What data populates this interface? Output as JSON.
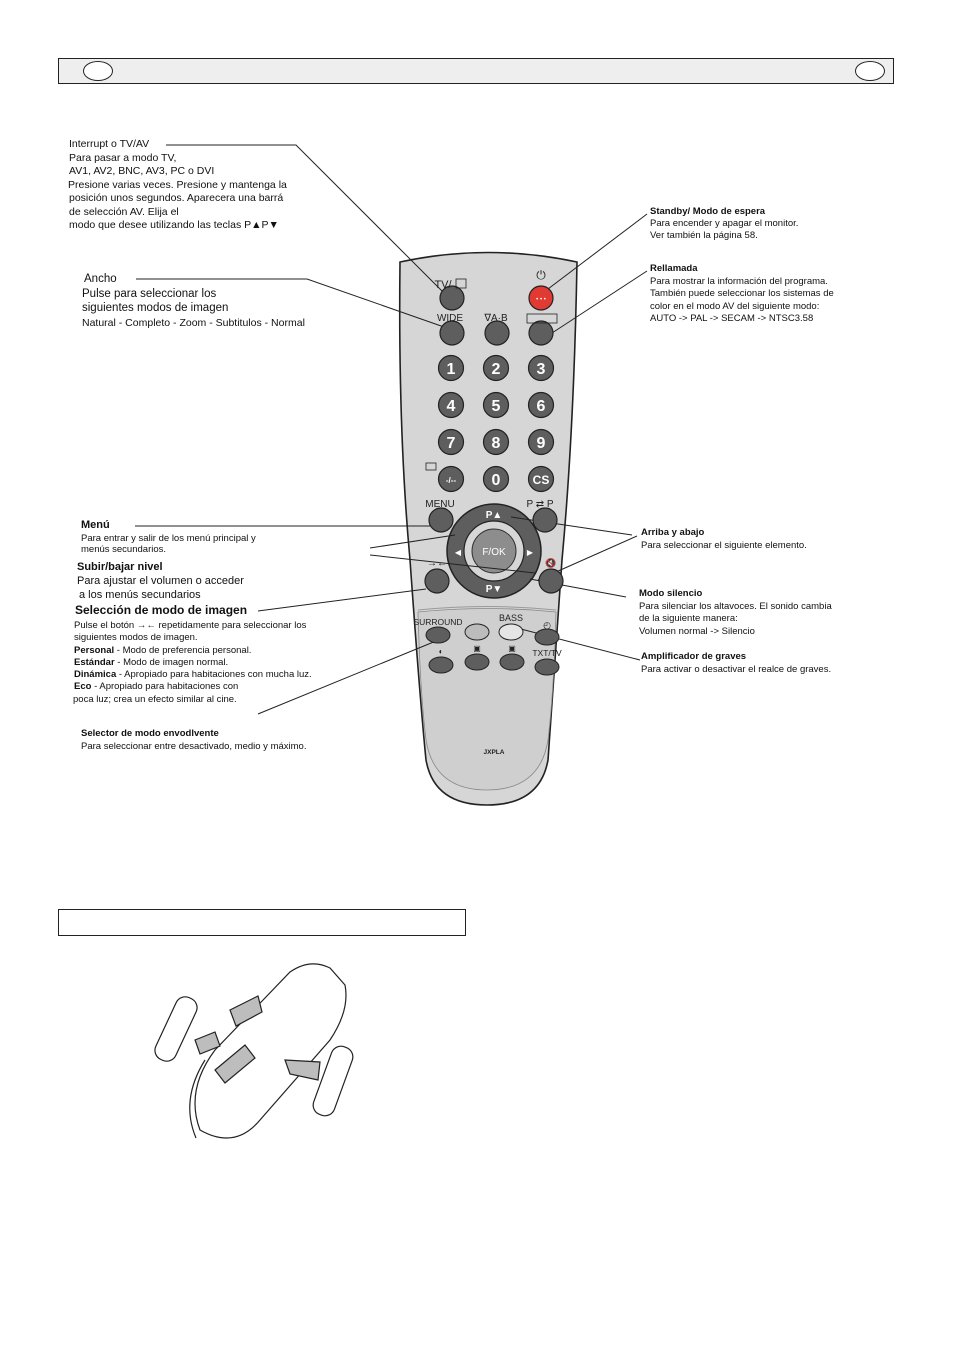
{
  "header": {},
  "section2": {},
  "remote": {
    "model": "JXPLA",
    "labels": {
      "tvav": "TV/",
      "wide": "WIDE",
      "ab": "∇A·B",
      "menu": "MENU",
      "pswap": "P",
      "pswap2": "P",
      "fok": "F/OK",
      "pup": "P▲",
      "pdown": "P▼",
      "surround": "SURROUND",
      "bass": "BASS",
      "txttv": "TXT/TV",
      "cs": "CS",
      "dash": "-/--",
      "n1": "1",
      "n2": "2",
      "n3": "3",
      "n4": "4",
      "n5": "5",
      "n6": "6",
      "n7": "7",
      "n8": "8",
      "n9": "9",
      "n0": "0"
    }
  },
  "annotations": {
    "tvav": {
      "lines": [
        "Interrupt o TV/AV",
        "Para pasar a modo TV,",
        "AV1, AV2, BNC, AV3, PC o DVI",
        "Presione varias veces. Presione y mantenga la",
        "posición unos segundos. Aparecera una barrá",
        "de selección AV. Elija el",
        "modo que desee utilizando las teclas P▲P▼"
      ]
    },
    "ancho": {
      "lines": [
        "Ancho",
        "Pulse para seleccionar los",
        "siguientes modos de imagen",
        "Natural - Completo - Zoom - Subtitulos - Normal"
      ]
    },
    "menu": {
      "title": "Menú",
      "lines": [
        "Para entrar y salir de los menú principal y",
        "menús secundarios."
      ]
    },
    "volume": {
      "title": "Subir/bajar nivel",
      "lines": [
        "Para ajustar el volumen o acceder",
        "a los menús secundarios"
      ]
    },
    "picture": {
      "title": "Selección de modo de imagen",
      "intro_a": "Pulse el botón ",
      "intro_b": " repetidamente para seleccionar los",
      "intro2": "siguientes modos de imagen.",
      "modes": [
        {
          "name": "Personal",
          "desc": " - Modo de preferencia personal."
        },
        {
          "name": "Estándar",
          "desc": " - Modo de imagen normal."
        },
        {
          "name": "Dinámica",
          "desc": " - Apropiado para habitaciones con mucha luz."
        },
        {
          "name": "Eco",
          "desc": " - Apropiado para habitaciones con"
        }
      ],
      "eco2": "poca luz; crea un efecto similar al cine."
    },
    "surround": {
      "title": "Selector de modo envodlvente",
      "lines": [
        "Para seleccionar entre desactivado, medio y máximo."
      ]
    },
    "standby": {
      "title": "Standby/ Modo de espera",
      "lines": [
        "Para encender y apagar el monitor.",
        "Ver también la página 58."
      ]
    },
    "recall": {
      "title": "Rellamada",
      "lines": [
        "Para mostrar la información del programa.",
        "También puede seleccionar los sistemas de",
        "color en el modo AV del siguiente modo:",
        "AUTO -> PAL -> SECAM -> NTSC3.58"
      ]
    },
    "updown": {
      "title": "Arriba y abajo",
      "lines": [
        "Para seleccionar el siguiente elemento."
      ]
    },
    "mute": {
      "title": "Modo silencio",
      "lines": [
        "Para silenciar los altavoces. El sonido cambia",
        "de la siguiente manera:",
        "Volumen normal -> Silencio"
      ]
    },
    "bass": {
      "title": "Amplificador de graves",
      "lines": [
        "Para activar o desactivar el realce de graves."
      ]
    }
  },
  "colors": {
    "remote_body": "#d6d6d6",
    "button": "#5e5e5e",
    "standby_button": "#e03a32",
    "outline": "#222222"
  }
}
